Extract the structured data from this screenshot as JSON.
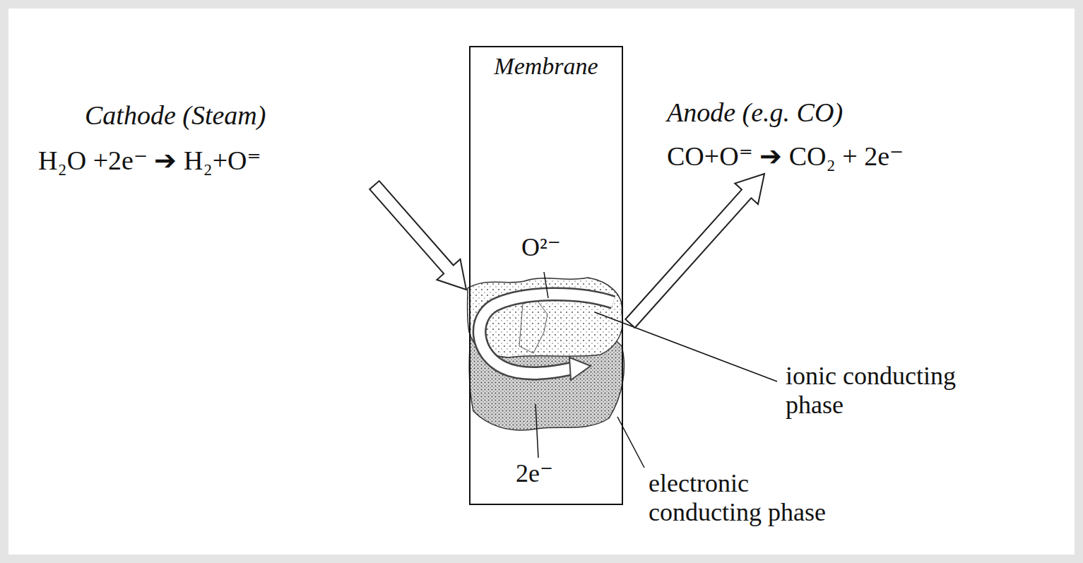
{
  "diagram": {
    "nodes": [
      {
        "text": [
          "Membrane"
        ]
      }
    ],
    "labels": [
      "Cathode (Steam)",
      "H₂O +2e⁻ ➔ H₂+O⁼",
      "Anode (e.g. CO)",
      "CO+O⁼ ➔ CO₂ + 2e⁻",
      "O²⁻",
      "2e⁻",
      "ionic conducting phase",
      "electronic conducting phase"
    ]
  }
}
